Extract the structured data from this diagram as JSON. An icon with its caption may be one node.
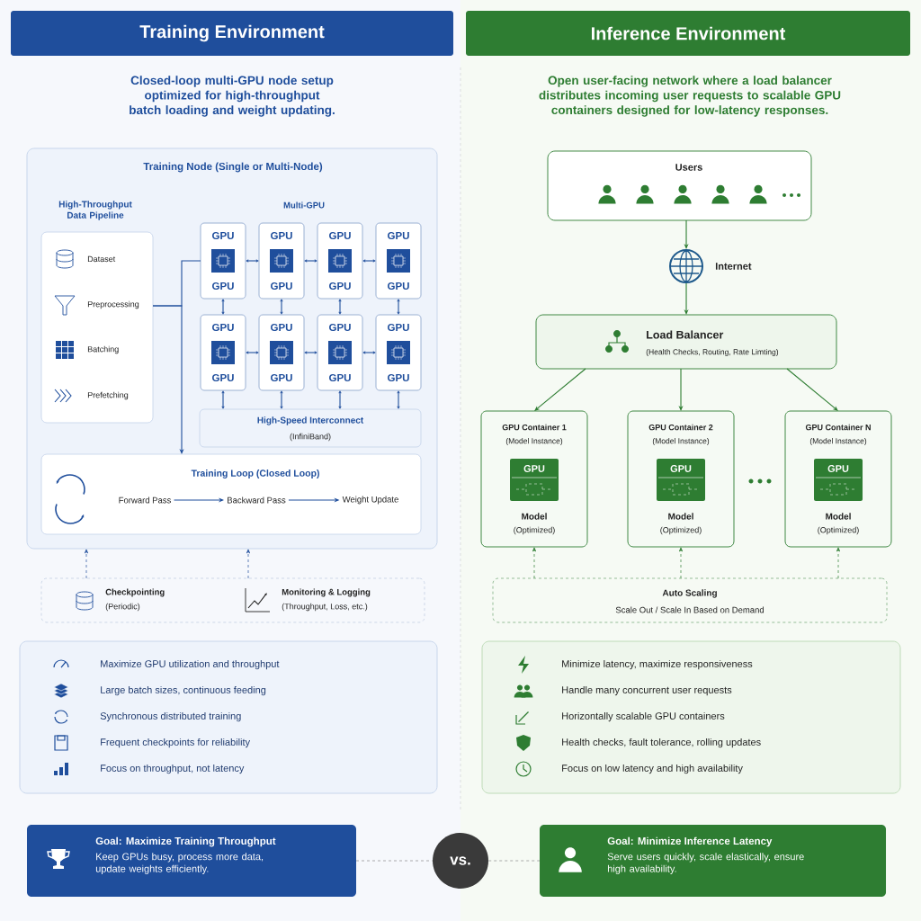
{
  "diagram": {
    "nodes": [
      {
        "text": [
          "Training Environment"
        ]
      },
      {
        "text": [
          "Inference Environment"
        ]
      },
      {
        "text": [
          "Training Node (Single or Multi-Node)"
        ]
      },
      {
        "text": [
          "High-Throughput Data Pipeline",
          "Dataset",
          "Preprocessing",
          "Batching",
          "Prefetching"
        ],
        "in": 2
      },
      {
        "text": [
          "GPU",
          "GPU"
        ],
        "in": 2
      },
      {
        "text": [
          "GPU",
          "GPU"
        ],
        "in": 2
      },
      {
        "text": [
          "GPU",
          "GPU"
        ],
        "in": 2
      },
      {
        "text": [
          "GPU",
          "GPU"
        ],
        "in": 2
      },
      {
        "text": [
          "GPU",
          "GPU"
        ],
        "in": 2
      },
      {
        "text": [
          "GPU",
          "GPU"
        ],
        "in": 2
      },
      {
        "text": [
          "GPU",
          "GPU"
        ],
        "in": 2
      },
      {
        "text": [
          "GPU",
          "GPU"
        ],
        "in": 2
      },
      {
        "text": [
          "High-Speed Interconnect",
          "(InfiniBand)"
        ],
        "in": 2
      },
      {
        "text": [
          "Training Loop (Closed Loop)"
        ],
        "in": 2
      },
      {
        "text": [
          "Forward Pass"
        ],
        "in": 13
      },
      {
        "text": [
          "Backward Pass"
        ],
        "in": 13
      },
      {
        "text": [
          "Weight Update"
        ],
        "in": 13
      },
      {
        "text": [],
        "shape": "box"
      },
      {
        "text": [
          "Checkpointing",
          "(Periodic)"
        ],
        "in": 17
      },
      {
        "text": [
          "Monitoring & Logging",
          "(Throughput, Loss, etc.)"
        ],
        "in": 17
      },
      {
        "text": [
          "Maximize GPU utilization and throughput",
          "Large batch sizes, continuous feeding",
          "Synchronous distributed training",
          "Frequent checkpoints for reliability",
          "Focus on throughput, not latency"
        ]
      },
      {
        "text": [
          "Users"
        ]
      },
      {
        "text": [],
        "shape": "globe",
        "beside": [
          "Internet"
        ]
      },
      {
        "text": [
          "Load Balancer",
          "(Health Checks, Routing, Rate Limting)"
        ]
      },
      {
        "text": [
          "GPU Container 1",
          "(Model Instance)",
          "Model",
          "(Optimized)"
        ]
      },
      {
        "text": [
          "GPU"
        ],
        "in": 24
      },
      {
        "text": [
          "GPU Container 2",
          "(Model Instance)",
          "Model",
          "(Optimized)"
        ]
      },
      {
        "text": [
          "GPU"
        ],
        "in": 26
      },
      {
        "text": [
          "GPU Container N",
          "(Model Instance)",
          "Model",
          "(Optimized)"
        ]
      },
      {
        "text": [
          "GPU"
        ],
        "in": 28
      },
      {
        "text": [
          "Auto Scaling",
          "Scale Out / Scale In Based on Demand"
        ]
      },
      {
        "text": [
          "Minimize latency, maximize responsiveness",
          "Handle many concurrent user requests",
          "Horizontally scalable GPU containers",
          "Health checks, fault tolerance, rolling updates",
          "Focus on low latency and high availability"
        ]
      },
      {
        "text": [
          "Goal: Maximize Training Throughput",
          "Keep GPUs busy, process more data, update weights efficiently."
        ]
      },
      {
        "text": [
          "vs."
        ]
      },
      {
        "text": [
          "Goal: Minimize Inference Latency",
          "Serve users quickly, scale elastically, ensure high availability."
        ]
      }
    ],
    "edges": [
      {
        "from": 3,
        "to": 13,
        "arrow": "to"
      },
      {
        "from": 3,
        "to": 4,
        "arrow": "none"
      },
      {
        "from": 4,
        "to": 5,
        "arrow": "both"
      },
      {
        "from": 5,
        "to": 6,
        "arrow": "both"
      },
      {
        "from": 6,
        "to": 7,
        "arrow": "both"
      },
      {
        "from": 8,
        "to": 9,
        "arrow": "both"
      },
      {
        "from": 9,
        "to": 10,
        "arrow": "both"
      },
      {
        "from": 10,
        "to": 11,
        "arrow": "both"
      },
      {
        "from": 4,
        "to": 8,
        "arrow": "both"
      },
      {
        "from": 5,
        "to": 9,
        "arrow": "both"
      },
      {
        "from": 6,
        "to": 10,
        "arrow": "both"
      },
      {
        "from": 7,
        "to": 11,
        "arrow": "both"
      },
      {
        "from": 8,
        "to": 12,
        "arrow": "both"
      },
      {
        "from": 9,
        "to": 12,
        "arrow": "both"
      },
      {
        "from": 10,
        "to": 12,
        "arrow": "both"
      },
      {
        "from": 11,
        "to": 12,
        "arrow": "both"
      },
      {
        "from": 14,
        "to": 15,
        "arrow": "to"
      },
      {
        "from": 15,
        "to": 16,
        "arrow": "to"
      },
      {
        "from": 17,
        "to": 2,
        "arrow": "to",
        "style": "dashed"
      },
      {
        "from": 17,
        "to": 2,
        "arrow": "to",
        "style": "dashed"
      },
      {
        "from": 21,
        "to": 22,
        "arrow": "to",
        "color": "#2e7d32"
      },
      {
        "from": 22,
        "to": 23,
        "arrow": "to",
        "color": "#2e7d32"
      },
      {
        "from": 23,
        "to": 24,
        "arrow": "to",
        "color": "#2e7d32"
      },
      {
        "from": 23,
        "to": 26,
        "arrow": "to",
        "color": "#2e7d32"
      },
      {
        "from": 23,
        "to": 28,
        "arrow": "to",
        "color": "#2e7d32"
      },
      {
        "from": 30,
        "to": 24,
        "arrow": "to",
        "style": "dashed",
        "color": "#2e7d32"
      },
      {
        "from": 30,
        "to": 26,
        "arrow": "to",
        "style": "dashed",
        "color": "#2e7d32"
      },
      {
        "from": 30,
        "to": 28,
        "arrow": "to",
        "style": "dashed",
        "color": "#2e7d32"
      },
      {
        "from": 32,
        "to": 33,
        "arrow": "none",
        "style": "dashed",
        "color": "#8a8a8a"
      },
      {
        "from": 33,
        "to": 34,
        "arrow": "none",
        "style": "dashed",
        "color": "#8a8a8a"
      }
    ],
    "labels": [
      "Closed-loop multi-GPU node setup optimized for high-throughput batch loading and weight updating.",
      "Open user-facing network where a load balancer distributes incoming user requests to scalable GPU containers designed for low-latency responses.",
      "Multi-GPU"
    ]
  }
}
